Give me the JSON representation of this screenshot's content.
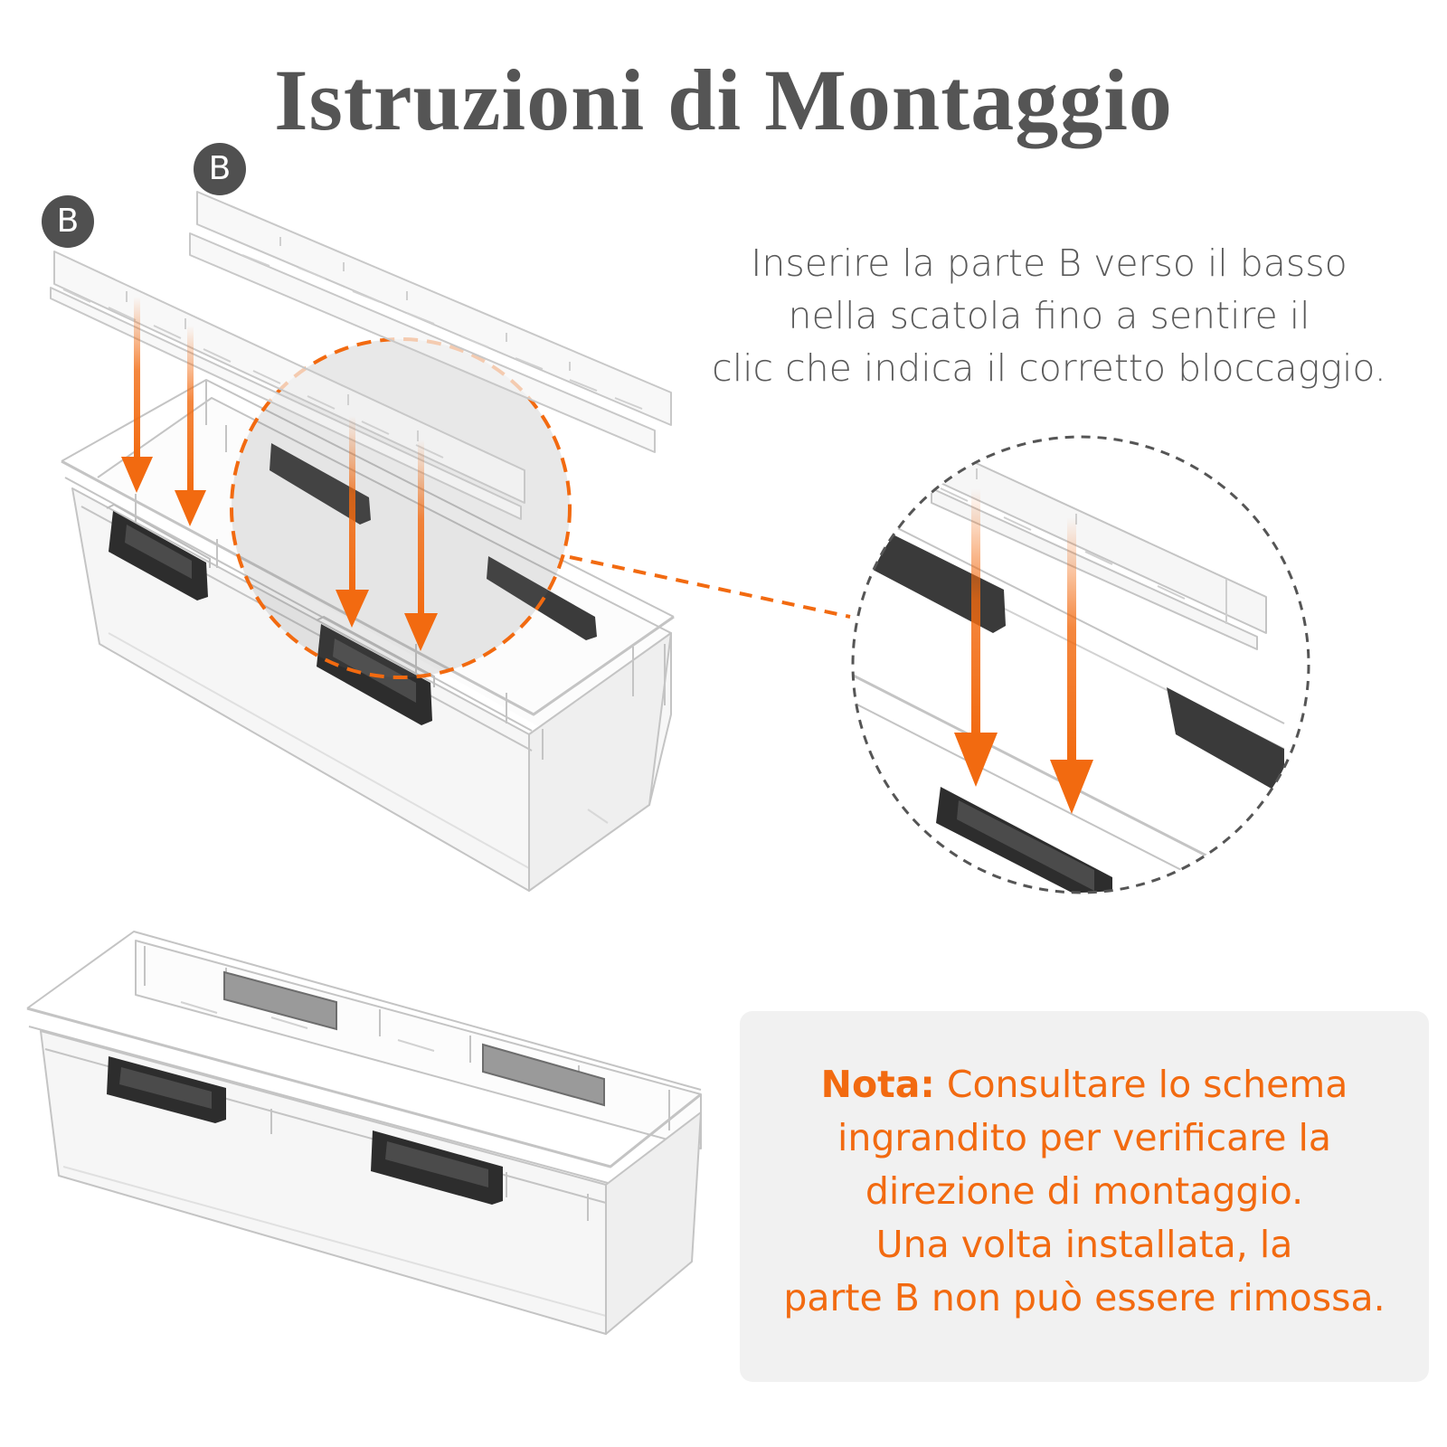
{
  "title": "Istruzioni di Montaggio",
  "instructions": [
    "Inserire la parte B verso il basso",
    "nella scatola fino a sentire il",
    "clic che indica il corretto bloccaggio."
  ],
  "part_labels": [
    "B",
    "B"
  ],
  "note": {
    "label": "Nota:",
    "first_line": "Consultare lo schema",
    "lines": [
      "ingrandito per verificare la",
      "direzione di montaggio.",
      "Una volta installata, la",
      "parte B non può essere rimossa."
    ]
  },
  "colors": {
    "accent": "#f26a10",
    "title": "#555555",
    "text": "#5a5a5a",
    "note_bg": "#f1f1f1",
    "badge": "#505050"
  }
}
